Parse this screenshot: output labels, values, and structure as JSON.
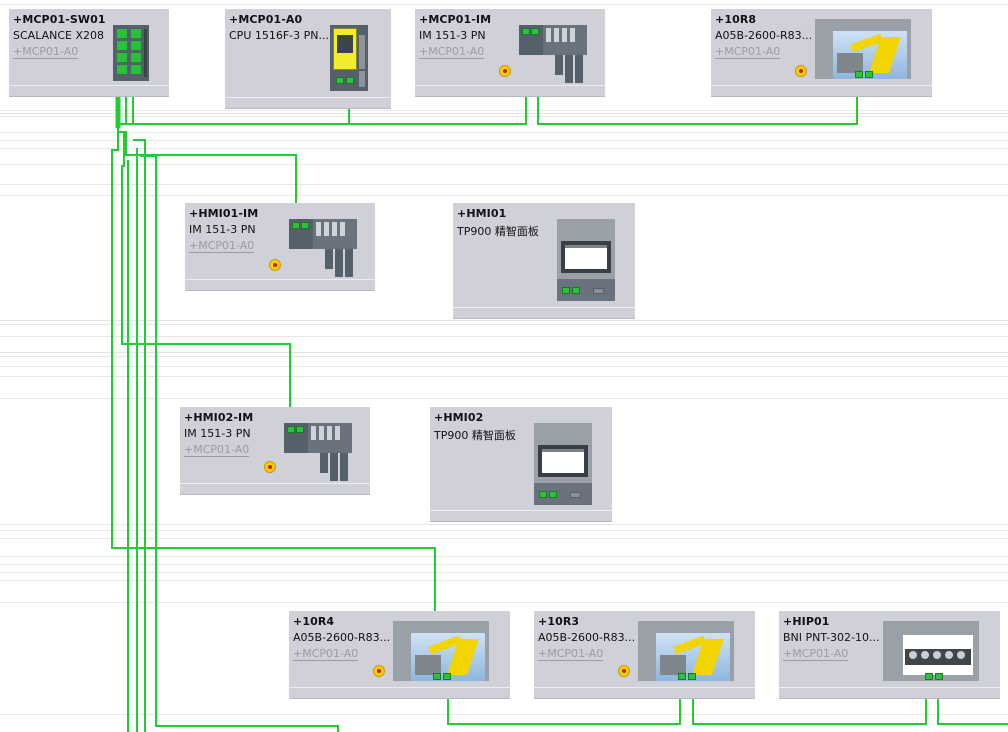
{
  "colors": {
    "network_line": "#22cc33",
    "device_bg": "#d0d0d9",
    "module_dark": "#56606b",
    "robot_yellow": "#f2d400",
    "sky": "#a9c9ea"
  },
  "devices": [
    {
      "id": "sw01",
      "name": "+MCP01-SW01",
      "type": "SCALANCE X208",
      "location": "+MCP01-A0",
      "icon": "switch-icon",
      "warning": false
    },
    {
      "id": "a0",
      "name": "+MCP01-A0",
      "type": "CPU 1516F-3 PN...",
      "location": "",
      "icon": "cpu-icon",
      "warning": false
    },
    {
      "id": "im",
      "name": "+MCP01-IM",
      "type": "IM 151-3 PN",
      "location": "+MCP01-A0",
      "icon": "io-module-icon",
      "warning": true
    },
    {
      "id": "r8",
      "name": "+10R8",
      "type": "A05B-2600-R83...",
      "location": "+MCP01-A0",
      "icon": "robot-icon",
      "warning": true
    },
    {
      "id": "hmi01im",
      "name": "+HMI01-IM",
      "type": "IM 151-3 PN",
      "location": "+MCP01-A0",
      "icon": "io-module-icon",
      "warning": true
    },
    {
      "id": "hmi01",
      "name": "+HMI01",
      "type": "TP900 精智面板",
      "location": "",
      "icon": "hmi-panel-icon",
      "warning": false
    },
    {
      "id": "hmi02im",
      "name": "+HMI02-IM",
      "type": "IM 151-3 PN",
      "location": "+MCP01-A0",
      "icon": "io-module-icon",
      "warning": true
    },
    {
      "id": "hmi02",
      "name": "+HMI02",
      "type": "TP900 精智面板",
      "location": "",
      "icon": "hmi-panel-icon",
      "warning": false
    },
    {
      "id": "r4",
      "name": "+10R4",
      "type": "A05B-2600-R83...",
      "location": "+MCP01-A0",
      "icon": "robot-icon",
      "warning": true
    },
    {
      "id": "r3",
      "name": "+10R3",
      "type": "A05B-2600-R83...",
      "location": "+MCP01-A0",
      "icon": "robot-icon",
      "warning": true
    },
    {
      "id": "hip01",
      "name": "+HIP01",
      "type": "BNI PNT-302-10...",
      "location": "+MCP01-A0",
      "icon": "io-block-icon",
      "warning": false
    }
  ]
}
